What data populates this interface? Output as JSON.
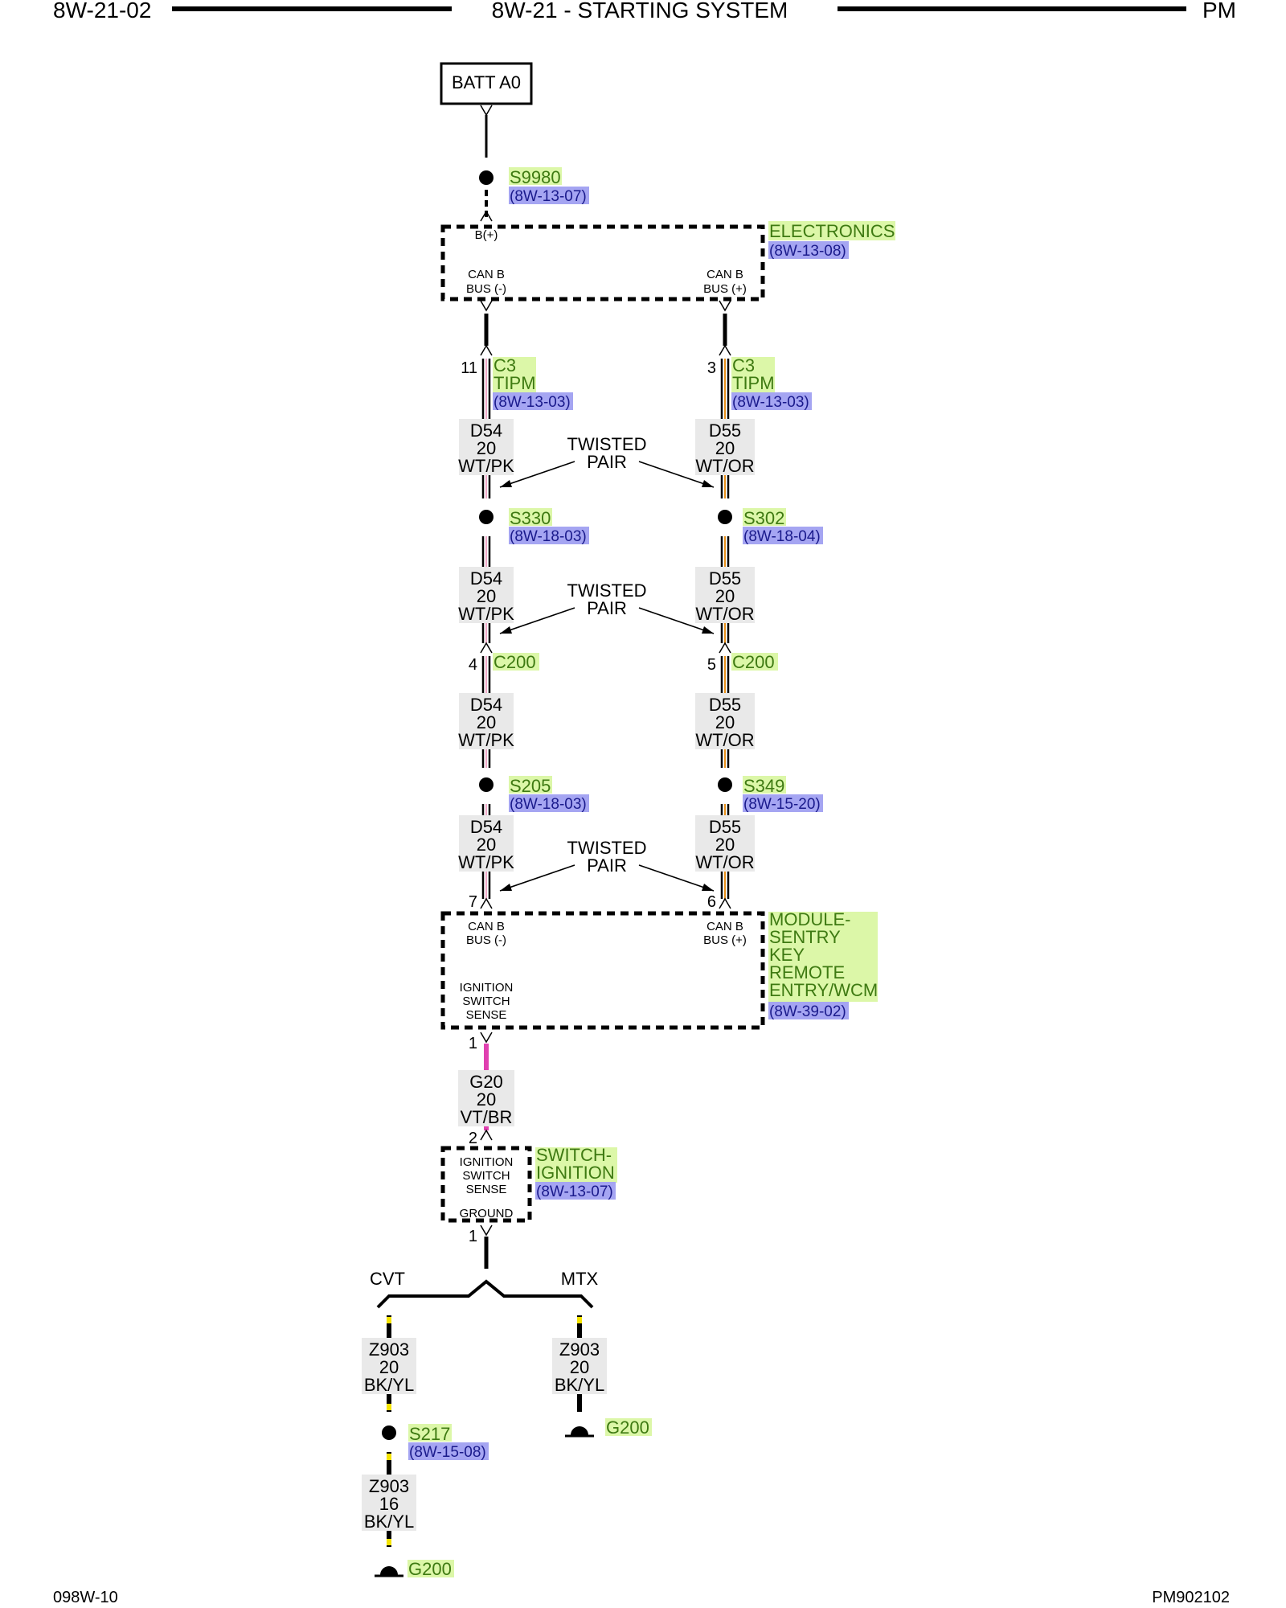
{
  "header": {
    "left": "8W-21-02",
    "center": "8W-21 - STARTING SYSTEM",
    "right": "PM"
  },
  "footer": {
    "left": "098W-10",
    "right": "PM902102"
  },
  "colors": {
    "name_highlight": "#dcf7a8",
    "ref_highlight": "#a5a5f2",
    "wire_label_bg": "#e9e9e9",
    "white": "#ffffff",
    "pink": "#f0a8c8",
    "orange": "#e8901a",
    "violet": "#e040b0",
    "yellow": "#f4e300",
    "black": "#000000"
  },
  "source": {
    "batt": "BATT A0"
  },
  "splices": {
    "s9980": {
      "name": "S9980",
      "ref": "(8W-13-07)"
    },
    "s330": {
      "name": "S330",
      "ref": "(8W-18-03)"
    },
    "s302": {
      "name": "S302",
      "ref": "(8W-18-04)"
    },
    "s205": {
      "name": "S205",
      "ref": "(8W-18-03)"
    },
    "s349": {
      "name": "S349",
      "ref": "(8W-15-20)"
    },
    "s217": {
      "name": "S217",
      "ref": "(8W-15-08)"
    }
  },
  "electronics": {
    "name": "ELECTRONICS",
    "ref": "(8W-13-08)",
    "pin_bplus": "B(+)",
    "can_minus_1": "CAN B",
    "can_minus_2": "BUS (-)",
    "can_plus_1": "CAN B",
    "can_plus_2": "BUS (+)"
  },
  "c3_left": {
    "pin": "11",
    "name1": "C3",
    "name2": "TIPM",
    "ref": "(8W-13-03)"
  },
  "c3_right": {
    "pin": "3",
    "name1": "C3",
    "name2": "TIPM",
    "ref": "(8W-13-03)"
  },
  "c200_left": {
    "pin": "4",
    "name": "C200"
  },
  "c200_right": {
    "pin": "5",
    "name": "C200"
  },
  "wires": {
    "d54": {
      "circuit": "D54",
      "gauge": "20",
      "color": "WT/PK"
    },
    "d55": {
      "circuit": "D55",
      "gauge": "20",
      "color": "WT/OR"
    },
    "g20": {
      "circuit": "G20",
      "gauge": "20",
      "color": "VT/BR"
    },
    "z903_20": {
      "circuit": "Z903",
      "gauge": "20",
      "color": "BK/YL"
    },
    "z903_16": {
      "circuit": "Z903",
      "gauge": "16",
      "color": "BK/YL"
    }
  },
  "twisted_pair": {
    "line1": "TWISTED",
    "line2": "PAIR"
  },
  "module": {
    "name_lines": [
      "MODULE-",
      "SENTRY",
      "KEY",
      "REMOTE",
      "ENTRY/WCM"
    ],
    "ref": "(8W-39-02)",
    "pin_minus": "7",
    "pin_plus": "6",
    "pin_sense": "1",
    "can_minus_1": "CAN B",
    "can_minus_2": "BUS (-)",
    "can_plus_1": "CAN B",
    "can_plus_2": "BUS (+)",
    "sense_1": "IGNITION",
    "sense_2": "SWITCH",
    "sense_3": "SENSE"
  },
  "switch": {
    "name1": "SWITCH-",
    "name2": "IGNITION",
    "ref": "(8W-13-07)",
    "pin_sense": "2",
    "pin_ground": "1",
    "sense_1": "IGNITION",
    "sense_2": "SWITCH",
    "sense_3": "SENSE",
    "ground": "GROUND"
  },
  "options": {
    "left": "CVT",
    "right": "MTX"
  },
  "grounds": {
    "g200": "G200"
  }
}
